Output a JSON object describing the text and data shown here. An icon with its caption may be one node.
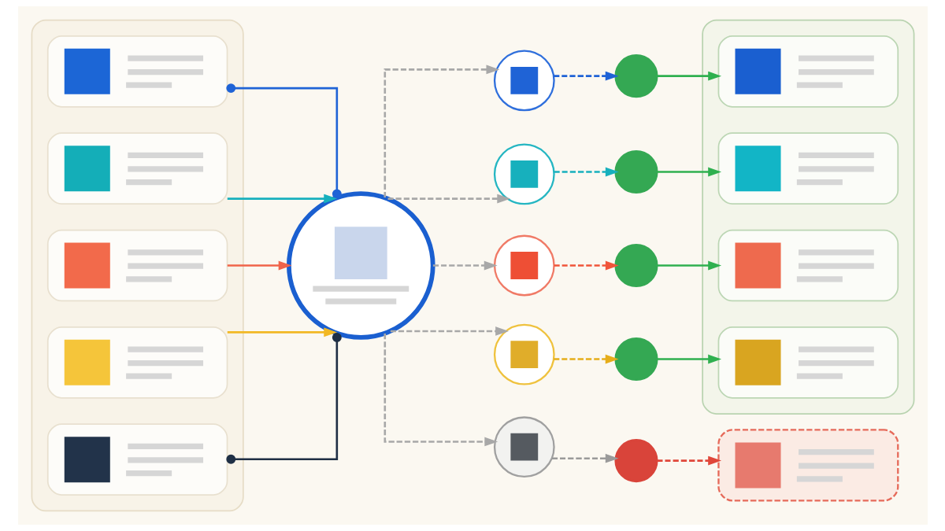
{
  "diagram": {
    "nodes": [
      {
        "text": [],
        "shape": "box"
      },
      {
        "text": [],
        "shape": "box",
        "in": 0
      },
      {
        "text": [],
        "shape": "box",
        "in": 0
      },
      {
        "text": [],
        "shape": "box",
        "in": 0
      },
      {
        "text": [],
        "shape": "box",
        "in": 0
      },
      {
        "text": [],
        "shape": "box",
        "in": 0
      },
      {
        "text": [],
        "shape": "circle"
      },
      {
        "text": [],
        "shape": "circle"
      },
      {
        "text": [],
        "shape": "circle"
      },
      {
        "text": [],
        "shape": "circle"
      },
      {
        "text": [],
        "shape": "circle"
      },
      {
        "text": [],
        "shape": "circle"
      },
      {
        "text": [],
        "shape": "circle"
      },
      {
        "text": [],
        "shape": "circle"
      },
      {
        "text": [],
        "shape": "circle"
      },
      {
        "text": [],
        "shape": "circle"
      },
      {
        "text": [],
        "shape": "circle"
      },
      {
        "text": [],
        "shape": "box"
      },
      {
        "text": [],
        "shape": "box",
        "in": 17
      },
      {
        "text": [],
        "shape": "box",
        "in": 17
      },
      {
        "text": [],
        "shape": "box",
        "in": 17
      },
      {
        "text": [],
        "shape": "box",
        "in": 17
      },
      {
        "text": [],
        "shape": "box"
      }
    ],
    "edges": [
      {
        "from": 1,
        "to": 6,
        "arrow": "other",
        "color": "#1f63d6"
      },
      {
        "from": 2,
        "to": 6,
        "arrow": "to",
        "color": "#17b0bd"
      },
      {
        "from": 3,
        "to": 6,
        "arrow": "to",
        "color": "#f0644a"
      },
      {
        "from": 4,
        "to": 6,
        "arrow": "to",
        "color": "#f2b824"
      },
      {
        "from": 5,
        "to": 6,
        "arrow": "other",
        "color": "#1f2f45"
      },
      {
        "from": 6,
        "to": 7,
        "arrow": "to",
        "style": "dashed",
        "color": "#a8a8a8"
      },
      {
        "from": 6,
        "to": 8,
        "arrow": "to",
        "style": "dashed",
        "color": "#a8a8a8"
      },
      {
        "from": 6,
        "to": 9,
        "arrow": "to",
        "style": "dashed",
        "color": "#a8a8a8"
      },
      {
        "from": 6,
        "to": 10,
        "arrow": "to",
        "style": "dashed",
        "color": "#a8a8a8"
      },
      {
        "from": 6,
        "to": 11,
        "arrow": "to",
        "style": "dashed",
        "color": "#a8a8a8"
      },
      {
        "from": 7,
        "to": 12,
        "arrow": "to",
        "style": "dashed",
        "color": "#1f63d6"
      },
      {
        "from": 8,
        "to": 13,
        "arrow": "to",
        "style": "dashed",
        "color": "#17b0bd"
      },
      {
        "from": 9,
        "to": 14,
        "arrow": "to",
        "style": "dashed",
        "color": "#f0553a"
      },
      {
        "from": 10,
        "to": 15,
        "arrow": "to",
        "style": "dashed",
        "color": "#e6ad1a"
      },
      {
        "from": 11,
        "to": 16,
        "arrow": "to",
        "style": "dashed",
        "color": "#9a9a9a"
      },
      {
        "from": 12,
        "to": 18,
        "arrow": "to",
        "color": "#2fb04f"
      },
      {
        "from": 13,
        "to": 19,
        "arrow": "to",
        "color": "#2fb04f"
      },
      {
        "from": 14,
        "to": 20,
        "arrow": "to",
        "color": "#2fb04f"
      },
      {
        "from": 15,
        "to": 21,
        "arrow": "to",
        "color": "#2fb04f"
      },
      {
        "from": 16,
        "to": 22,
        "arrow": "to",
        "style": "dashed",
        "color": "#e0473a"
      }
    ]
  }
}
